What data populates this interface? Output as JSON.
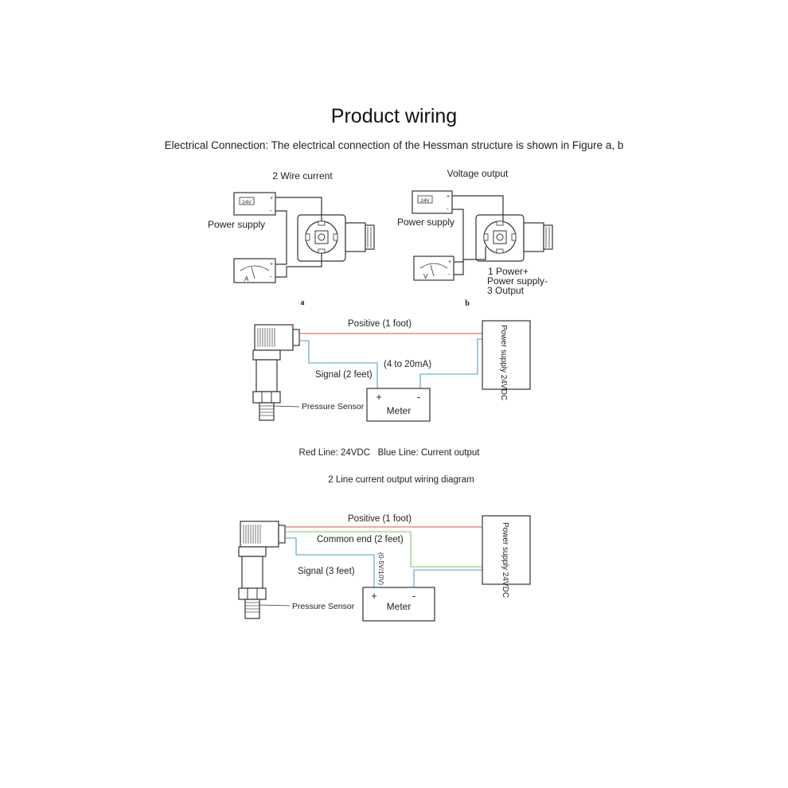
{
  "header": {
    "title": "Product wiring",
    "subtitle": "Electrical Connection: The electrical connection of the Hessman structure is shown in Figure a, b"
  },
  "figure_a": {
    "heading": "2 Wire current",
    "power_supply_label": "Power supply",
    "supply_display": "24V",
    "meter_letter": "A",
    "caption": "a"
  },
  "figure_b": {
    "heading": "Voltage output",
    "power_supply_label": "Power supply",
    "supply_display": "24V",
    "meter_letter": "V",
    "pin_legend": [
      "1 Power+",
      "Power supply-",
      "3 Output"
    ],
    "caption": "b"
  },
  "diagram_2wire": {
    "positive_label": "Positive (1 foot)",
    "signal_label": "Signal (2 feet)",
    "range_label": "(4 to 20mA)",
    "meter_label": "Meter",
    "plus": "+",
    "minus": "-",
    "sensor_label": "Pressure Sensor",
    "supply_label": "Power supply 24VDC",
    "legend": "Red Line: 24VDC   Blue Line: Current output",
    "caption": "2 Line current output wiring diagram"
  },
  "diagram_3wire": {
    "positive_label": "Positive (1 foot)",
    "common_label": "Common end (2 feet)",
    "signal_label": "Signal (3 feet)",
    "range_label": "(0-5V/10V)",
    "meter_label": "Meter",
    "plus": "+",
    "minus": "-",
    "sensor_label": "Pressure Sensor",
    "supply_label": "Power supply 24VDC"
  },
  "colors": {
    "positive_wire": "#d9534f",
    "signal_wire": "#4aa3c8",
    "common_wire": "#7cc36a",
    "ink": "#333333"
  }
}
